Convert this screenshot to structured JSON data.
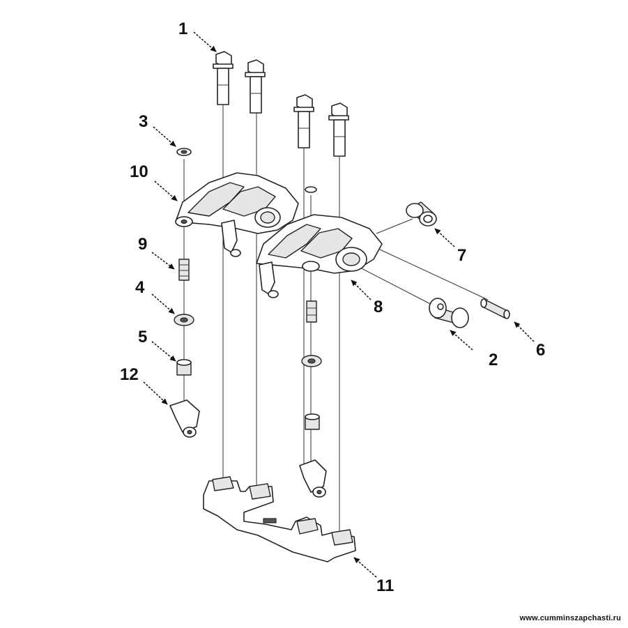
{
  "diagram": {
    "callouts": [
      {
        "id": "1",
        "label": "1"
      },
      {
        "id": "2",
        "label": "2"
      },
      {
        "id": "3",
        "label": "3"
      },
      {
        "id": "4",
        "label": "4"
      },
      {
        "id": "5",
        "label": "5"
      },
      {
        "id": "6",
        "label": "6"
      },
      {
        "id": "7",
        "label": "7"
      },
      {
        "id": "8",
        "label": "8"
      },
      {
        "id": "9",
        "label": "9"
      },
      {
        "id": "10",
        "label": "10"
      },
      {
        "id": "11",
        "label": "11"
      },
      {
        "id": "12",
        "label": "12"
      }
    ],
    "watermark": "www.cumminszapchasti.ru"
  }
}
